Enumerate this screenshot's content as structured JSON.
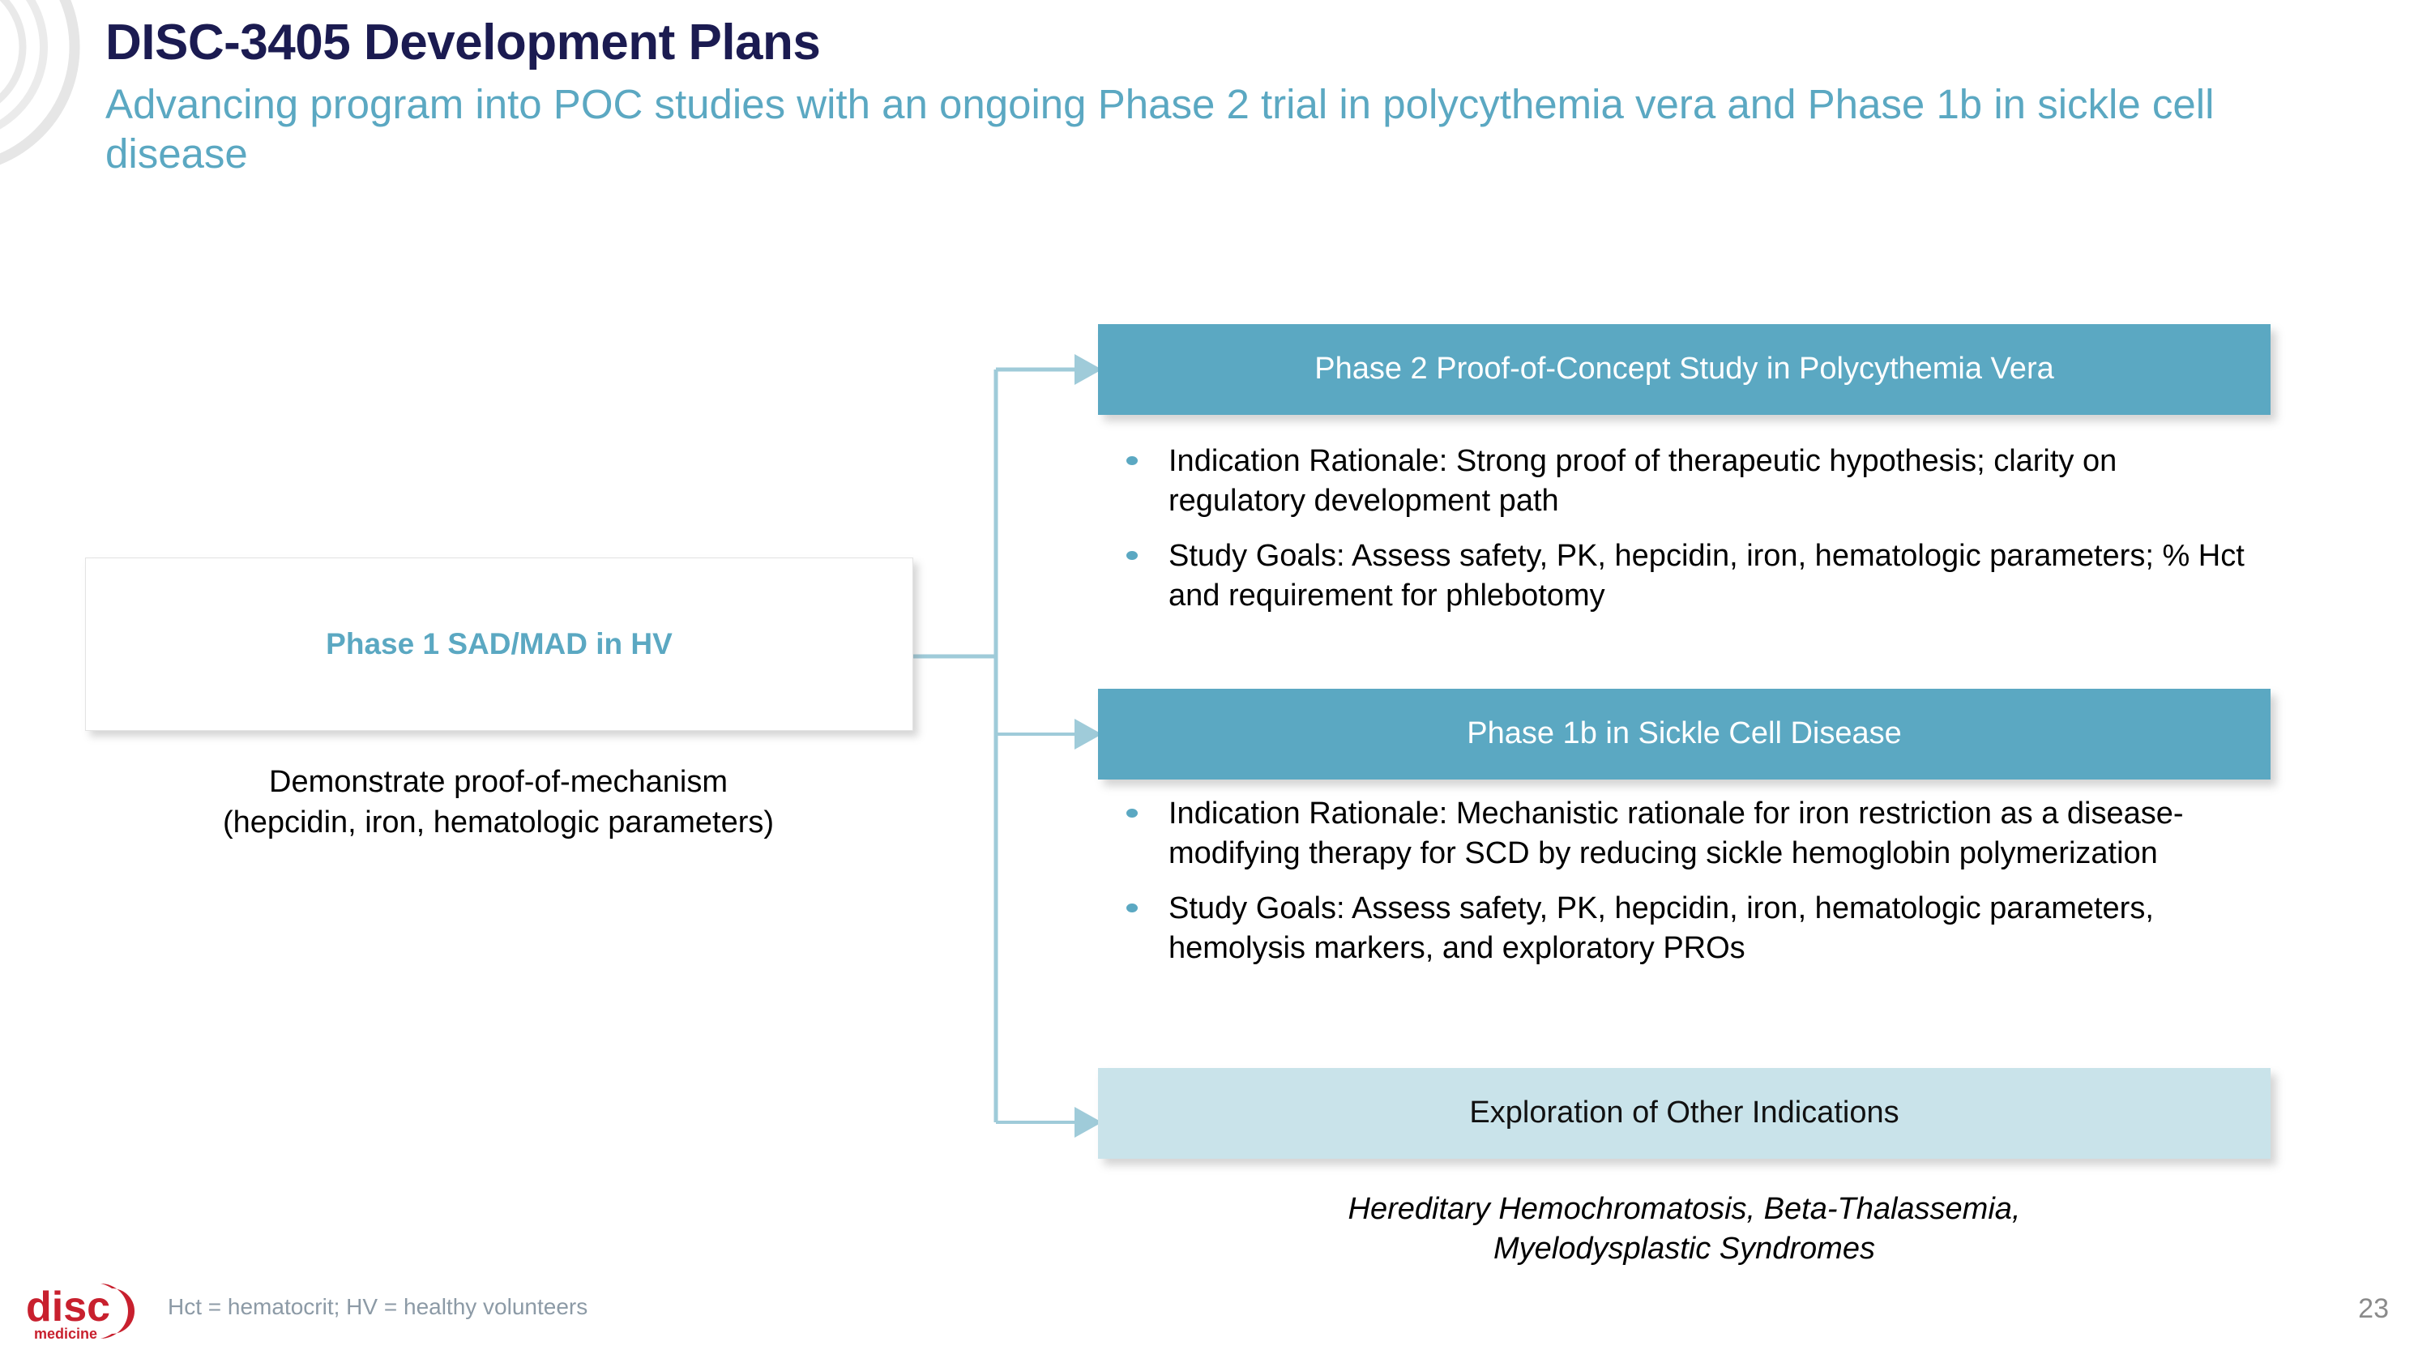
{
  "slide": {
    "title": "DISC-3405 Development Plans",
    "subtitle": "Advancing program into POC studies with an ongoing Phase 2 trial in polycythemia vera and Phase 1b in sickle cell disease",
    "page_number": "23",
    "footnote": "Hct = hematocrit; HV = healthy volunteers",
    "logo": {
      "wordmark": "disc",
      "tagline": "medicine"
    }
  },
  "colors": {
    "title_navy": "#1b1b51",
    "accent_teal": "#5ba8c2",
    "light_teal": "#c9e3ea",
    "logo_red": "#c8202e",
    "footnote_gray": "#8c9aa6",
    "page_number_gray": "#8a8a8a",
    "body_black": "#000000"
  },
  "left_stage": {
    "label": "Phase 1 SAD/MAD in HV",
    "caption_lines": [
      "Demonstrate proof-of-mechanism",
      "(hepcidin, iron, hematologic parameters)"
    ]
  },
  "tracks": [
    {
      "id": "polycythemia-vera",
      "title": "Phase 2 Proof-of-Concept Study in Polycythemia Vera",
      "style": "dark",
      "bullets": [
        "Indication Rationale: Strong proof of therapeutic hypothesis; clarity on regulatory development path",
        "Study Goals: Assess safety, PK, hepcidin, iron, hematologic parameters; % Hct and requirement for phlebotomy"
      ]
    },
    {
      "id": "sickle-cell-disease",
      "title": "Phase 1b in Sickle Cell Disease",
      "style": "dark",
      "bullets": [
        "Indication Rationale: Mechanistic rationale for iron restriction as a disease-modifying therapy for SCD by reducing sickle hemoglobin polymerization",
        "Study Goals: Assess safety, PK, hepcidin, iron, hematologic parameters, hemolysis markers, and exploratory PROs"
      ]
    },
    {
      "id": "other-indications",
      "title": "Exploration of Other Indications",
      "style": "light",
      "bullets": [],
      "caption_lines": [
        "Hereditary Hemochromatosis, Beta-Thalassemia,",
        "Myelodysplastic Syndromes"
      ]
    }
  ]
}
